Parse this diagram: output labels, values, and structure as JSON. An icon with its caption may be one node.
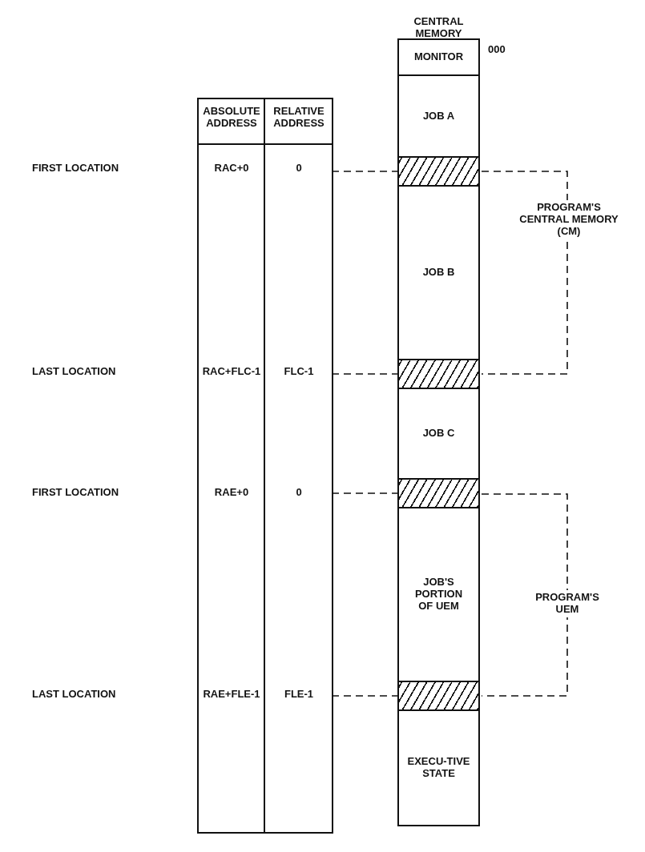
{
  "diagram": {
    "nodes": [
      {
        "text": [
          "CENTRAL MEMORY"
        ]
      },
      {
        "text": [
          "MONITOR"
        ],
        "in": 0,
        "beside": [
          "000"
        ]
      },
      {
        "text": [
          "JOB A"
        ],
        "in": 0
      },
      {
        "text": [],
        "shape": "bar",
        "in": 0
      },
      {
        "text": [
          "JOB B"
        ],
        "in": 0
      },
      {
        "text": [],
        "shape": "bar",
        "in": 0
      },
      {
        "text": [
          "JOB C"
        ],
        "in": 0
      },
      {
        "text": [],
        "shape": "bar",
        "in": 0
      },
      {
        "text": [
          "JOB'S PORTION OF UEM"
        ],
        "in": 0
      },
      {
        "text": [],
        "shape": "bar",
        "in": 0
      },
      {
        "text": [
          "EXECU-TIVE STATE"
        ],
        "in": 0
      },
      {
        "text": [
          "0"
        ]
      },
      {
        "text": [
          "FLC-1"
        ]
      },
      {
        "text": [
          "0"
        ]
      },
      {
        "text": [
          "FLE-1"
        ]
      }
    ],
    "edges": [
      {
        "from": 11,
        "to": 3,
        "arrow": "none",
        "style": "dashed"
      },
      {
        "from": 12,
        "to": 5,
        "arrow": "none",
        "style": "dashed"
      },
      {
        "from": 13,
        "to": 7,
        "arrow": "none",
        "style": "dashed"
      },
      {
        "from": 14,
        "to": 9,
        "arrow": "none",
        "style": "dashed"
      }
    ],
    "labels": [
      "ABSOLUTE ADDRESS",
      "RELATIVE ADDRESS",
      "FIRST LOCATION",
      "RAC+0",
      "PROGRAM'S CENTRAL MEMORY (CM)",
      "LAST LOCATION",
      "RAC+FLC-1",
      "FIRST LOCATION",
      "RAE+0",
      "PROGRAM'S UEM",
      "LAST LOCATION",
      "RAE+FLE-1"
    ]
  }
}
